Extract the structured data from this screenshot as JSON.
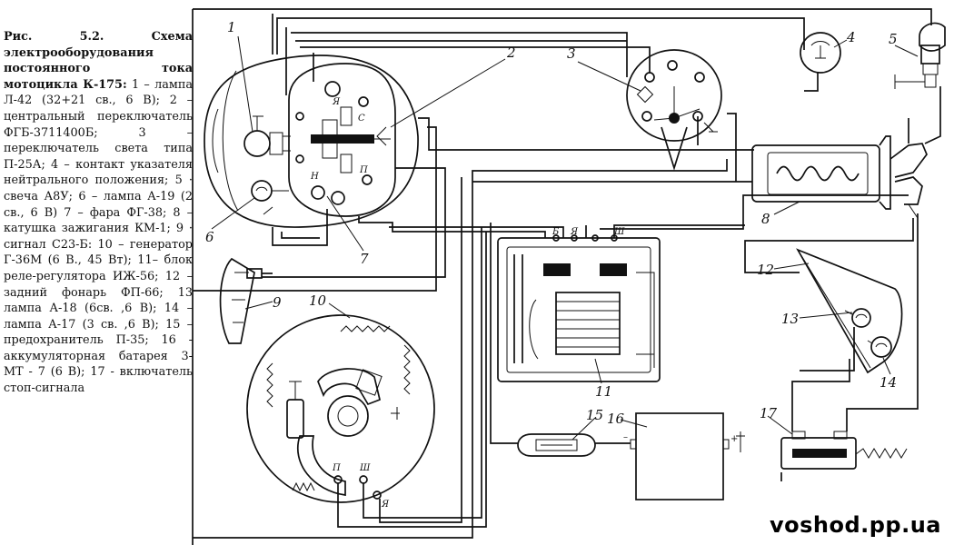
{
  "caption": {
    "heading": "Рис. 5.2. Схема электрооборудования постоянного тока мотоцикла К-175:",
    "body": "1 – лампа Л-42 (32+21 св., 6 В); 2 – центральный переключатель ФГБ-3711400Б; 3 – переключатель света типа П-25А; 4 – контакт указателя нейтрального положения; 5 · свеча А8У; 6 – лампа А-19 (2 св., 6 В) 7 – фара ФГ-38; 8 – катушка зажигания КМ-1; 9 · сигнал С23-Б: 10 – генератор Г-36М (6 В., 45 Вт); 11– блок реле-регулятора ИЖ-56; 12 – задний фонарь ФП-66; 13 лампа А-18 (6св. ,6 В); 14 – лампа А-17 (3 св. ,6 В); 15 – предохранитель П-35; 16 - аккумуляторная батарея 3-МТ - 7 (6 В); 17 - включатель стоп-сигнала"
  },
  "callouts": [
    "1",
    "2",
    "3",
    "4",
    "5",
    "6",
    "7",
    "8",
    "9",
    "10",
    "11",
    "12",
    "13",
    "14",
    "15",
    "16",
    "17"
  ],
  "terminals": {
    "switch_ya": "Я",
    "switch_s": "С",
    "switch_n": "Н",
    "switch_p": "П",
    "relay_b": "Б",
    "relay_sh": "Ш",
    "relay_ya": "Я",
    "gen_p": "П",
    "gen_sh": "Ш",
    "gen_ya": "Я",
    "battery_plus": "+",
    "battery_minus": "–"
  },
  "watermark": "voshod.pp.ua"
}
